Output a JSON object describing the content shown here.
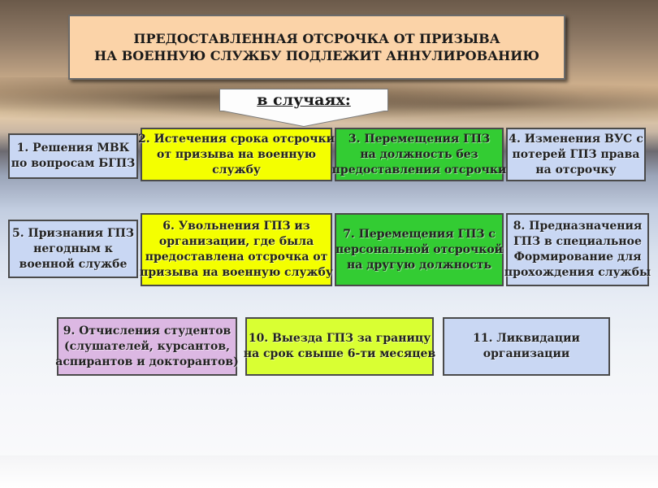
{
  "title": {
    "line1": "ПРЕДОСТАВЛЕННАЯ ОТСРОЧКА ОТ ПРИЗЫВА",
    "line2": "НА ВОЕННУЮ СЛУЖБУ ПОДЛЕЖИТ АННУЛИРОВАНИЮ"
  },
  "subtitle": "в случаях:",
  "cases": [
    {
      "lines": [
        "1. Решения МВК",
        "по вопросам БГПЗ"
      ],
      "color": "#c9d7f3"
    },
    {
      "lines": [
        "2. Истечения срока отсрочки",
        "от призыва на военную",
        "службу"
      ],
      "color": "#f4ff00"
    },
    {
      "lines": [
        "3. Перемещения ГПЗ",
        "на должность без",
        "предоставления отсрочки"
      ],
      "color": "#33cc33"
    },
    {
      "lines": [
        "4. Изменения ВУС с",
        "потерей ГПЗ права",
        "на отсрочку"
      ],
      "color": "#c9d7f3"
    },
    {
      "lines": [
        "5. Признания ГПЗ",
        "негодным к",
        "военной службе"
      ],
      "color": "#c9d7f3"
    },
    {
      "lines": [
        "6. Увольнения ГПЗ из",
        "организации, где была",
        "предоставлена отсрочка от",
        "призыва на военную службу"
      ],
      "color": "#f4ff00"
    },
    {
      "lines": [
        "7. Перемещения ГПЗ с",
        "персональной отсрочкой",
        "на другую должность"
      ],
      "color": "#33cc33"
    },
    {
      "lines": [
        "8. Предназначения",
        "ГПЗ в специальное",
        "Формирование для",
        "прохождения службы"
      ],
      "color": "#c9d7f3"
    },
    {
      "lines": [
        "9. Отчисления студентов",
        "(слушателей, курсантов,",
        "аспирантов и докторантов)"
      ],
      "color": "#dcb8e3"
    },
    {
      "lines": [
        "10. Выезда ГПЗ за границу",
        "на срок свыше 6-ти месяцев"
      ],
      "color": "#d9ff33"
    },
    {
      "lines": [
        "11. Ликвидации",
        "организации"
      ],
      "color": "#c9d7f3"
    }
  ]
}
